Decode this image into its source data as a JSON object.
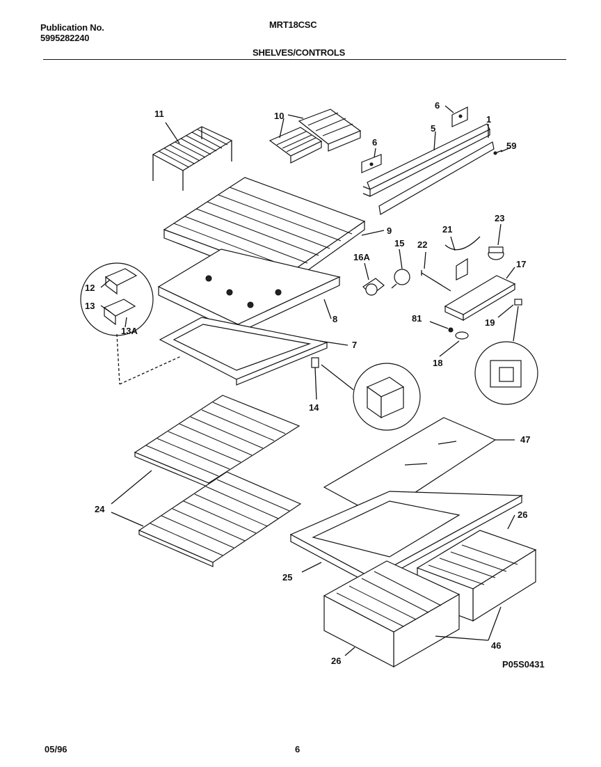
{
  "header": {
    "publication_label": "Publication No.",
    "publication_number": "5995282240",
    "model": "MRT18CSC",
    "section": "SHELVES/CONTROLS"
  },
  "footer": {
    "date": "05/96",
    "page": "6"
  },
  "diagram_code": "P05S0431",
  "callouts": {
    "p1": "1",
    "p5": "5",
    "p6a": "6",
    "p6b": "6",
    "p7": "7",
    "p8": "8",
    "p9": "9",
    "p10": "10",
    "p11": "11",
    "p12": "12",
    "p13": "13",
    "p13a": "13A",
    "p14": "14",
    "p15": "15",
    "p16a": "16A",
    "p17": "17",
    "p18": "18",
    "p19": "19",
    "p21": "21",
    "p22": "22",
    "p23": "23",
    "p24": "24",
    "p25": "25",
    "p26a": "26",
    "p26b": "26",
    "p46": "46",
    "p47": "47",
    "p59": "59",
    "p81": "81"
  }
}
